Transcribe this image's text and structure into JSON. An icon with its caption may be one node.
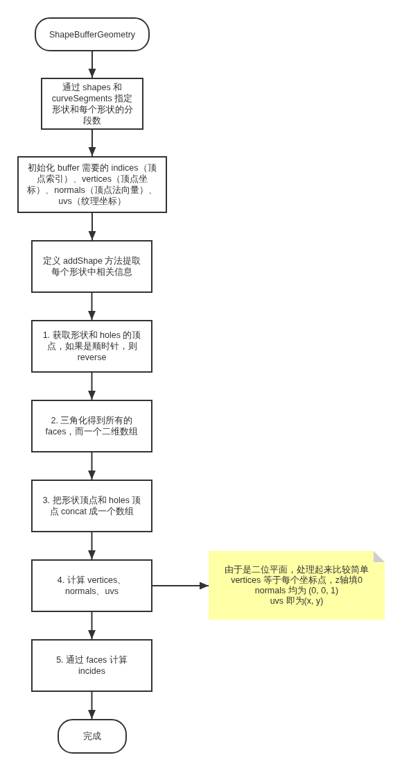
{
  "diagram": {
    "nodes": [
      {
        "text": [
          "ShapeBufferGeometry"
        ]
      },
      {
        "text": [
          "通过 shapes 和 curveSegments 指定形状和每个形状的分段数"
        ]
      },
      {
        "text": [
          "初始化 buffer 需要的 indices（顶点索引）、vertices（顶点坐标）、normals（顶点法向量）、uvs（纹理坐标）"
        ]
      },
      {
        "text": [
          "定义 addShape 方法提取每个形状中相关信息"
        ]
      },
      {
        "text": [
          "1. 获取形状和 holes 的顶点，如果是顺时针，则 reverse"
        ]
      },
      {
        "text": [
          "2. 三角化得到所有的 faces，而一个二维数组"
        ]
      },
      {
        "text": [
          "3. 把形状顶点和 holes 顶点 concat 成一个数组"
        ]
      },
      {
        "text": [
          "4. 计算 vertices、normals、uvs"
        ]
      },
      {
        "text": [
          "5. 通过 faces 计算 incides"
        ]
      },
      {
        "text": [
          "完成"
        ]
      },
      {
        "text": [
          "由于是二位平面，处理起来比较简单",
          "vertices 等于每个坐标点，z轴填0",
          "normals 均为 (0, 0, 1)",
          "uvs 即为(x, y)"
        ]
      }
    ],
    "edges": [
      {
        "from": 0,
        "to": 1,
        "arrow": "to"
      },
      {
        "from": 1,
        "to": 2,
        "arrow": "to"
      },
      {
        "from": 2,
        "to": 3,
        "arrow": "to"
      },
      {
        "from": 3,
        "to": 4,
        "arrow": "to"
      },
      {
        "from": 4,
        "to": 5,
        "arrow": "to"
      },
      {
        "from": 5,
        "to": 6,
        "arrow": "to"
      },
      {
        "from": 6,
        "to": 7,
        "arrow": "to"
      },
      {
        "from": 7,
        "to": 8,
        "arrow": "to"
      },
      {
        "from": 8,
        "to": 9,
        "arrow": "to"
      },
      {
        "from": 7,
        "to": 10,
        "arrow": "to"
      }
    ]
  }
}
